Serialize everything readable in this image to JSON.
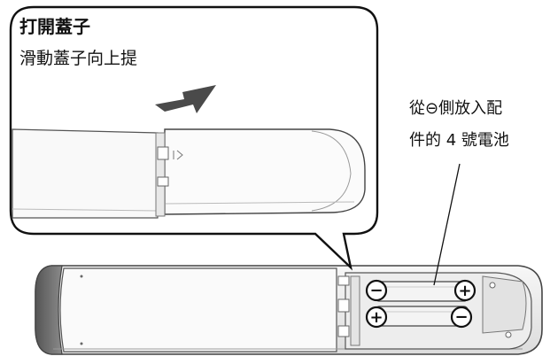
{
  "callout": {
    "title": "打開蓋子",
    "instruction": "滑動蓋子向上提"
  },
  "note": {
    "line1": "從⊖側放入配",
    "line2": "件的 4 號電池"
  },
  "batteries": {
    "top": {
      "left_terminal": "−",
      "right_terminal": "+"
    },
    "bottom": {
      "left_terminal": "+",
      "right_terminal": "−"
    }
  }
}
